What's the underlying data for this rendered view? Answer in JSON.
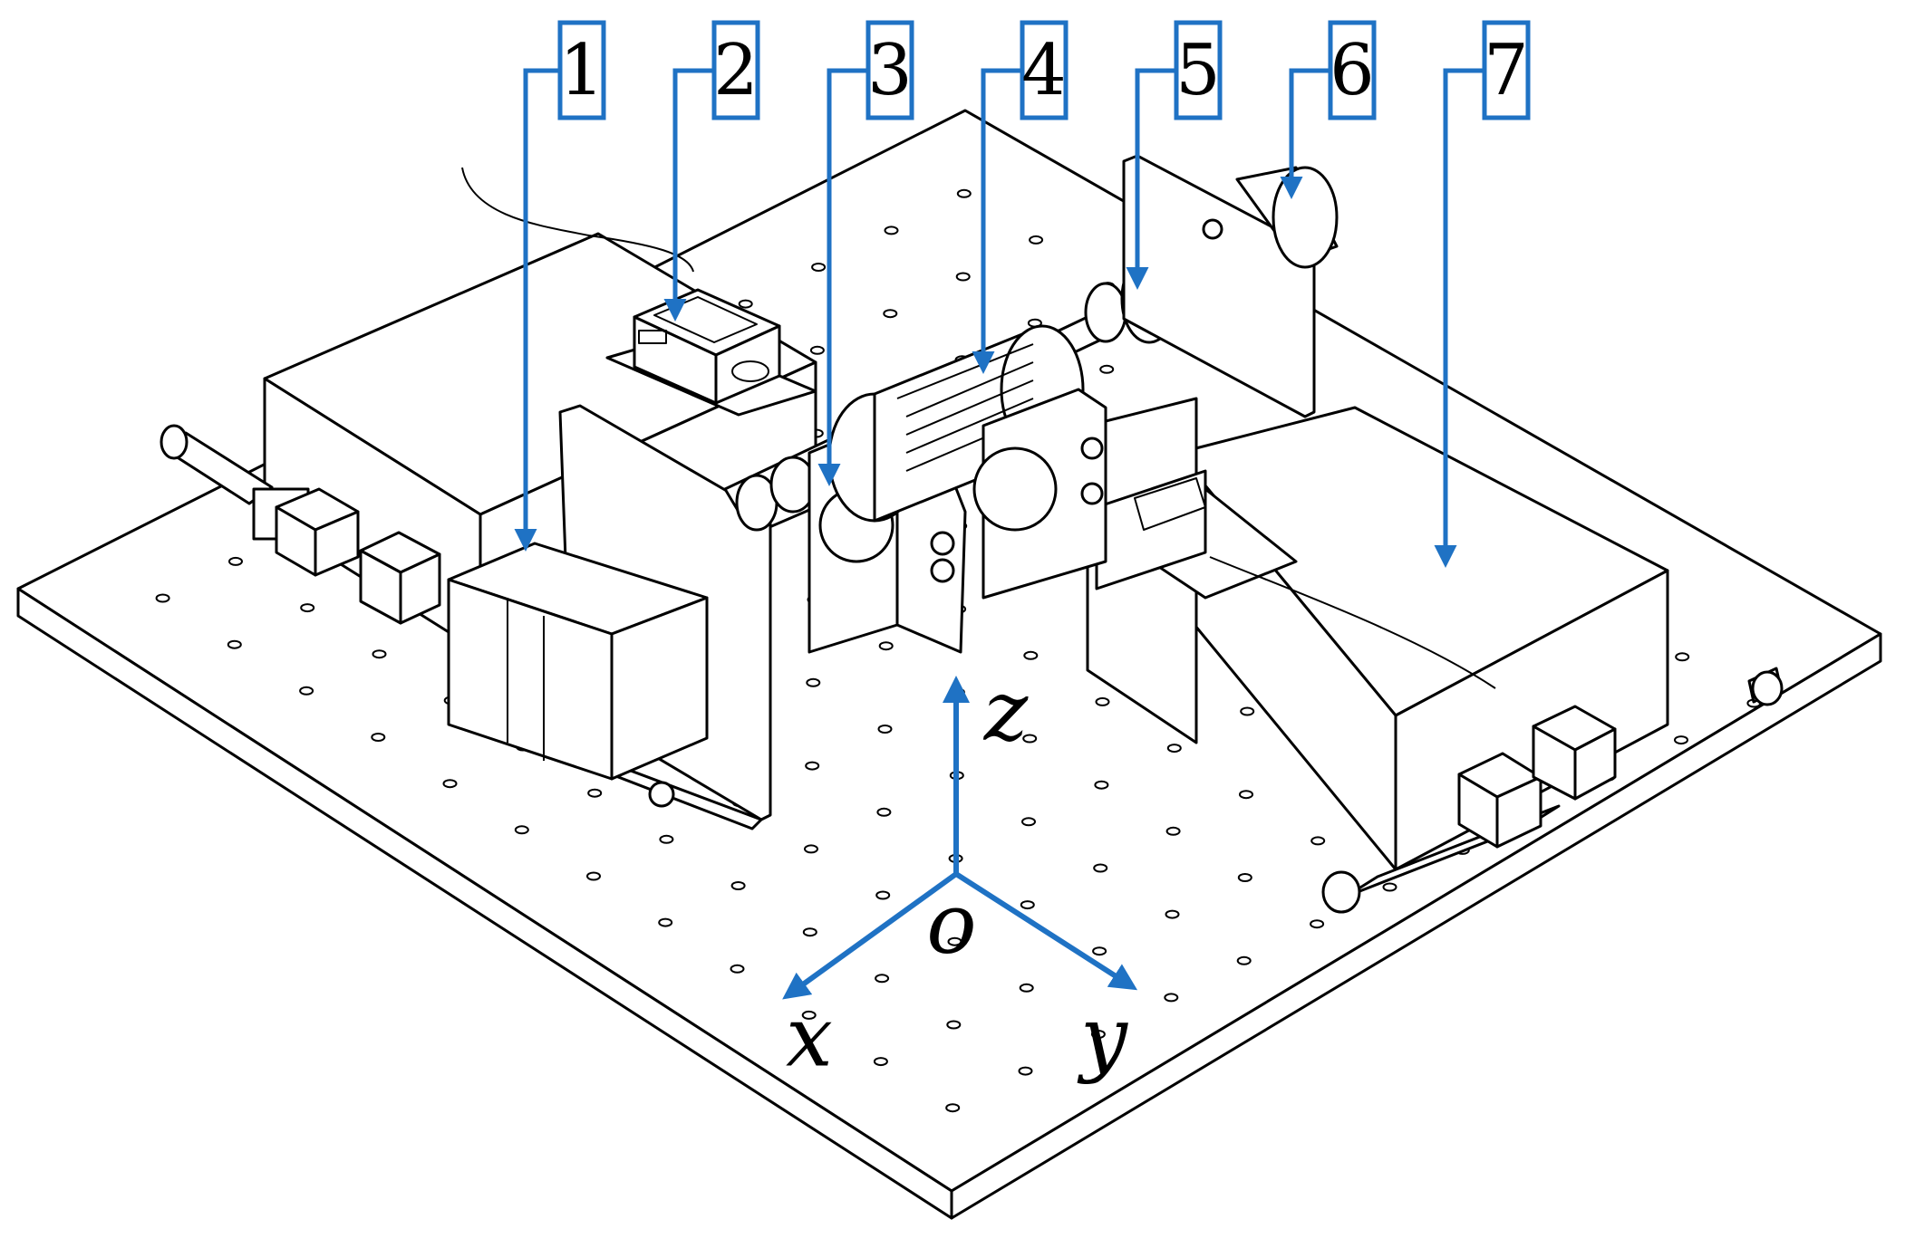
{
  "labels": [
    "1",
    "2",
    "3",
    "4",
    "5",
    "6",
    "7"
  ],
  "axes": {
    "z": "z",
    "o": "o",
    "x": "x",
    "y": "y"
  },
  "colors": {
    "accent": "#1f72c4",
    "line": "#000000",
    "background": "#ffffff"
  }
}
